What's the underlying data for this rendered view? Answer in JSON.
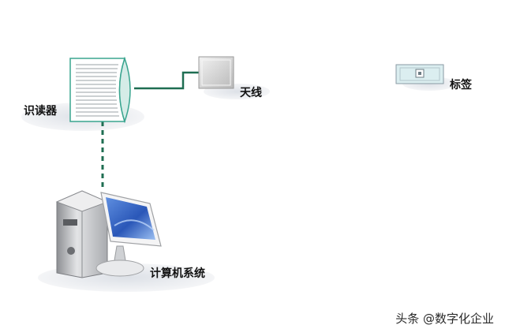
{
  "nodes": {
    "reader": {
      "label": "识读器"
    },
    "antenna": {
      "label": "天线"
    },
    "tag": {
      "label": "标签"
    },
    "computer": {
      "label": "计算机系统"
    }
  },
  "watermark": "头条 @数字化企业",
  "colors": {
    "connector": "#1f6e52",
    "reader_border": "#3aa58f",
    "antenna_fill": "#d6d6d6",
    "tag_fill": "#dbeef0",
    "screen": "#2a57b8",
    "shadow": "#e6e9ee"
  }
}
